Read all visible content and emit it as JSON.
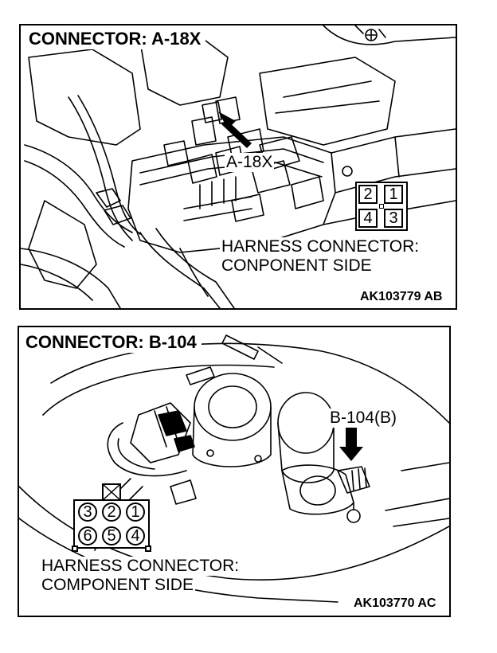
{
  "connector_a": {
    "title": "CONNECTOR: A-18X",
    "location_label": "A-18X",
    "harness_label_line1": "HARNESS CONNECTOR:",
    "harness_label_line2": "CONPONENT SIDE",
    "figure_code": "AK103779 AB",
    "pins": [
      "2",
      "1",
      "4",
      "3"
    ]
  },
  "connector_b": {
    "title": "CONNECTOR: B-104",
    "location_label": "B-104(B)",
    "harness_label_line1": "HARNESS CONNECTOR:",
    "harness_label_line2": "COMPONENT SIDE",
    "figure_code": "AK103770 AC",
    "pins": [
      "3",
      "2",
      "1",
      "6",
      "5",
      "4"
    ]
  }
}
